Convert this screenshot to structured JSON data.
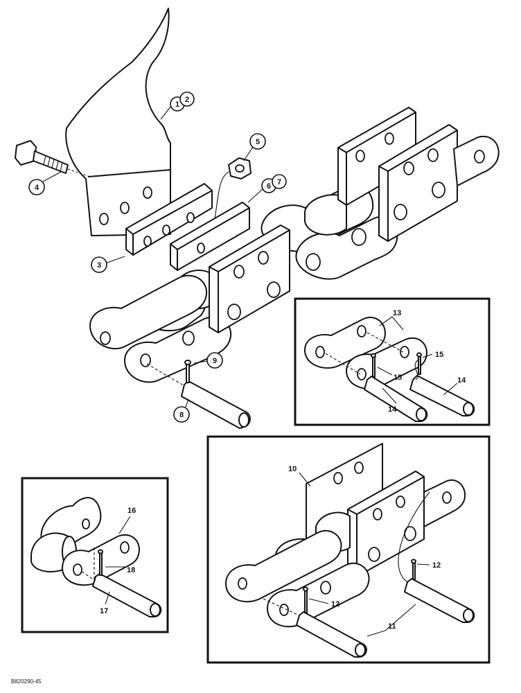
{
  "diagram": {
    "callouts": {
      "c1": "1",
      "c2": "2",
      "c3": "3",
      "c4": "4",
      "c5": "5",
      "c6": "6",
      "c7": "7",
      "c8": "8",
      "c9": "9"
    },
    "inset_offset_pin": {
      "label_13": "13",
      "label_15a": "15",
      "label_15b": "15",
      "label_14a": "14",
      "label_14b": "14"
    },
    "inset_attachment": {
      "label_10": "10",
      "label_12a": "12",
      "label_12b": "12",
      "label_11": "11"
    },
    "inset_offset_link": {
      "label_16": "16",
      "label_18": "18",
      "label_17": "17"
    },
    "figure_code": "B820290-45"
  }
}
